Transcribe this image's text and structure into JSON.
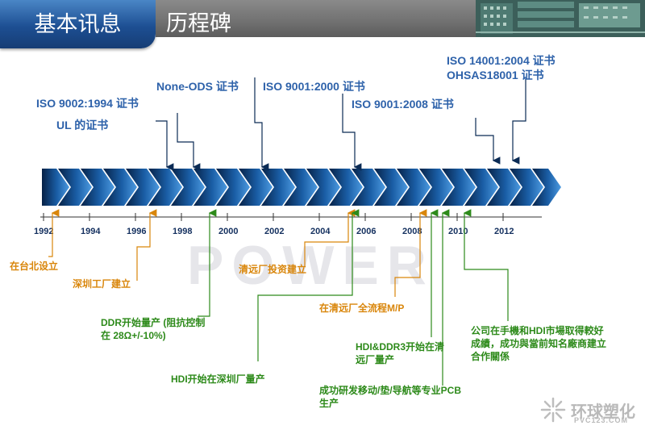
{
  "header": {
    "tab_label": "基本讯息",
    "page_title": "历程碑"
  },
  "watermark": "POWER",
  "timeline": {
    "year_labels": [
      "1992",
      "1994",
      "1996",
      "1998",
      "2000",
      "2002",
      "2004",
      "2006",
      "2008",
      "2010",
      "2012"
    ]
  },
  "certifications": {
    "iso9002_1994": "ISO 9002:1994 证书",
    "ul": "UL 的证书",
    "none_ods": "None-ODS 证书",
    "iso9001_2000": "ISO 9001:2000 证书",
    "iso9001_2008": "ISO 9001:2008 证书",
    "iso14001_2004": "ISO 14001:2004 证书",
    "ohsas18001": "OHSAS18001 证书"
  },
  "milestones": {
    "taipei": "在台北设立",
    "shenzhen_factory": "深圳工厂建立",
    "ddr_line1": "DDR开始量产 (阻抗控制",
    "ddr_line2": "在 28Ω+/-10%)",
    "hdi_shenzhen": "HDI开始在深圳厂量产",
    "qingyuan_invest": "清远厂投资建立",
    "qingyuan_full_mp": "在清远厂全流程M/P",
    "hdi_ddr3_line1": "HDI&DDR3开始在清",
    "hdi_ddr3_line2": "远厂量产",
    "pcb_line1": "成功研发移动/垫/导航等专业PCB",
    "pcb_line2": "生产",
    "market_line1": "公司在手機和HDI市場取得較好",
    "market_line2": "成績，成功與當前知名廠商建立",
    "market_line3": "合作關係"
  },
  "logo": {
    "name": "环球塑化",
    "url": "PVC123.COM"
  },
  "colors": {
    "header_blue": "#1d4f93",
    "title_gray": "#707070",
    "caption_blue": "#2e62aa",
    "note_orange": "#d9860b",
    "note_green": "#2d8a1a",
    "arrow_dark": "#0b2b55",
    "arrow_light": "#3f8fd6"
  }
}
